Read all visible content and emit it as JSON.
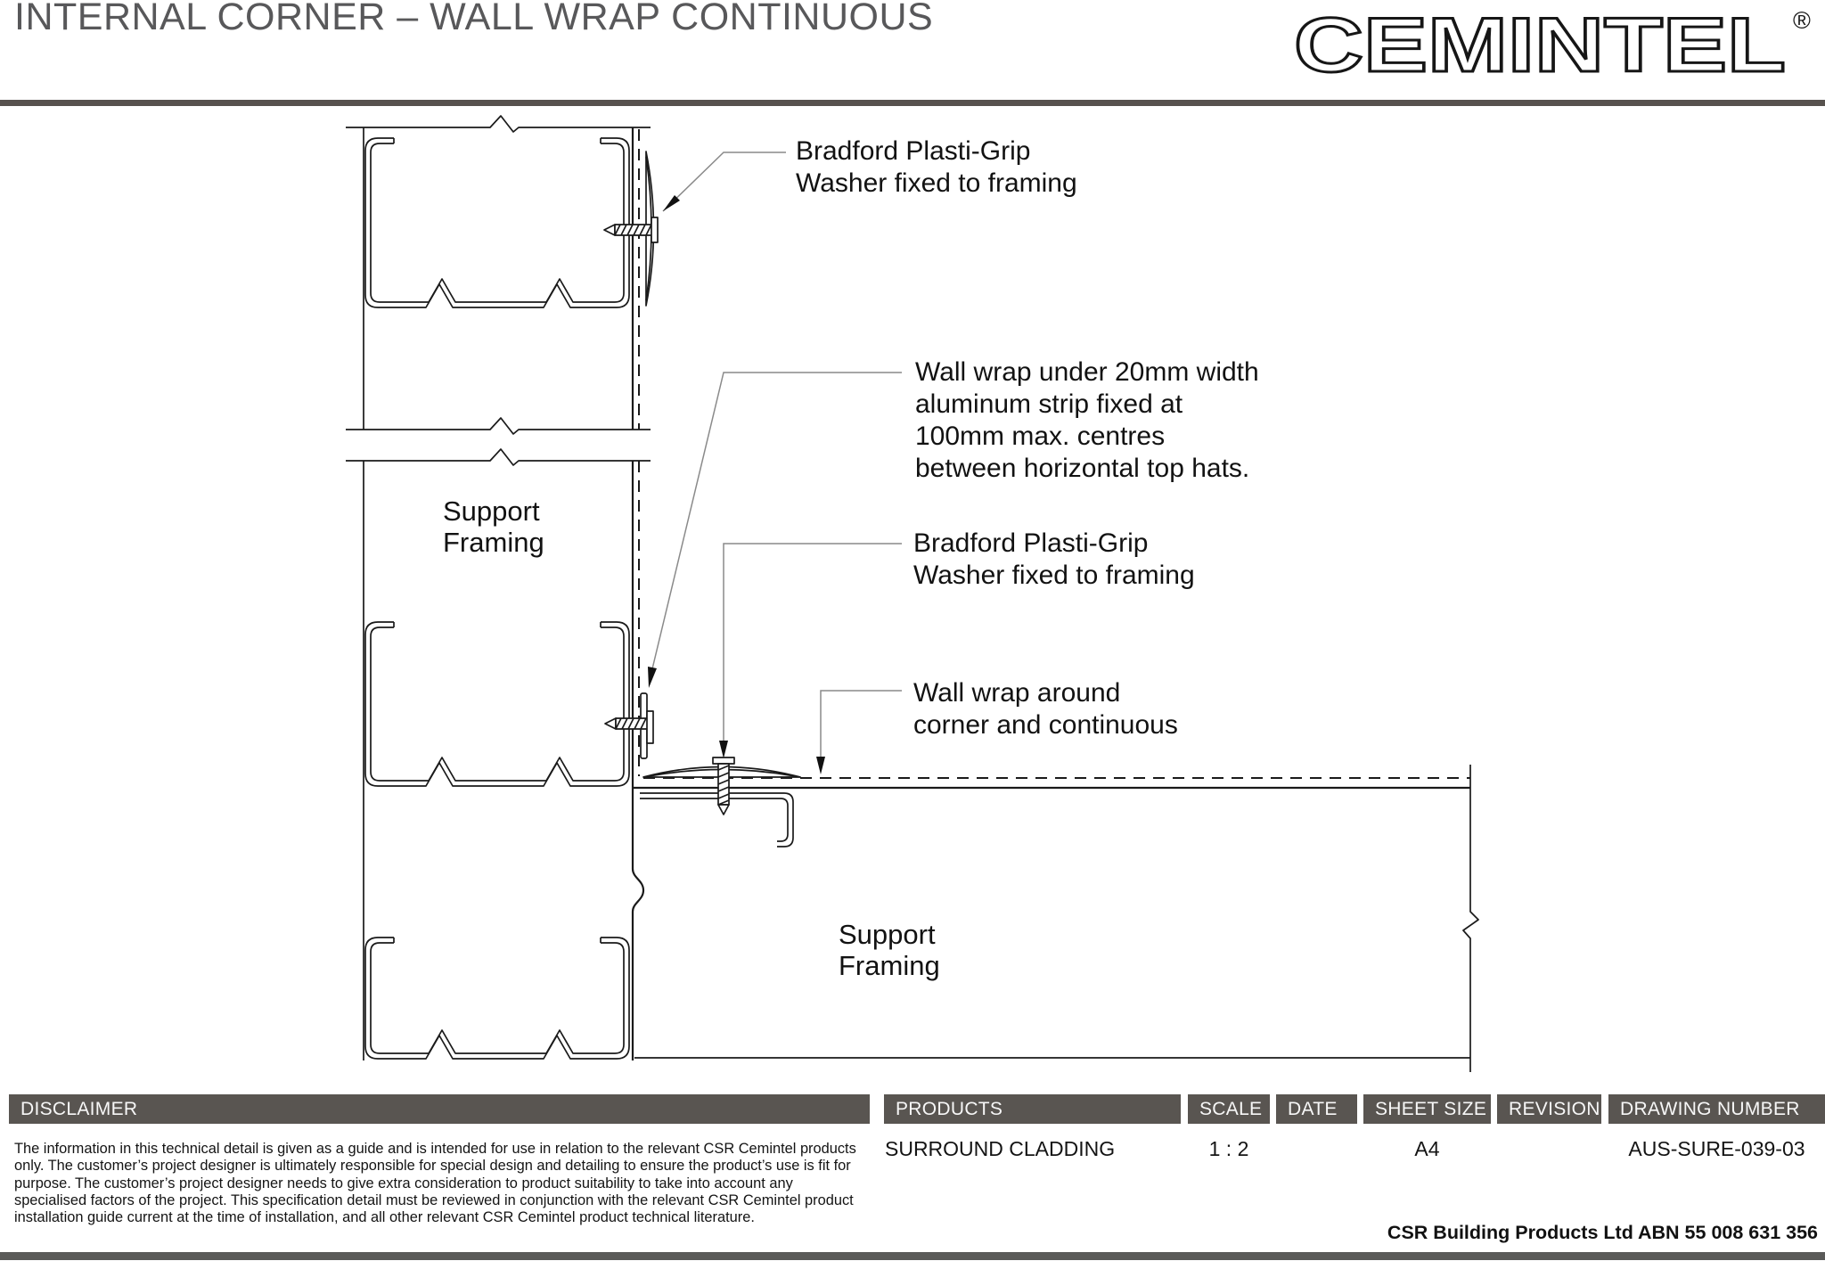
{
  "header": {
    "title": "INTERNAL CORNER – WALL WRAP CONTINUOUS",
    "logo": "CEMINTEL",
    "registered": "®"
  },
  "annotations": {
    "washer_top": "Bradford Plasti-Grip\nWasher fixed to framing",
    "wall_wrap_strip": "Wall wrap under 20mm width\naluminum strip fixed at\n100mm max. centres\nbetween horizontal top hats.",
    "washer_mid": "Bradford Plasti-Grip\nWasher fixed to framing",
    "wall_wrap_corner": "Wall wrap around\ncorner and continuous"
  },
  "labels": {
    "support_left": "Support\nFraming",
    "support_bottom": "Support\nFraming"
  },
  "footer": {
    "disclaimer": {
      "header": "DISCLAIMER",
      "body": "The information in this technical detail is given as a guide and is intended for use in relation to the relevant CSR Cemintel products only. The customer’s project designer is ultimately responsible for special design and detailing to ensure the product’s use is fit for purpose. The customer’s project designer needs to give extra consideration to product suitability to take into account any specialised factors of the project. This specification detail must be reviewed in conjunction with the relevant CSR Cemintel product installation guide current at the time of installation, and all other relevant CSR Cemintel product technical literature."
    },
    "products": {
      "header": "PRODUCTS",
      "value": "SURROUND CLADDING"
    },
    "scale": {
      "header": "SCALE",
      "value": "1 : 2"
    },
    "date": {
      "header": "DATE",
      "value": ""
    },
    "sheet_size": {
      "header": "SHEET SIZE",
      "value": "A4"
    },
    "revision": {
      "header": "REVISION",
      "value": ""
    },
    "drawing_number": {
      "header": "DRAWING NUMBER",
      "value": "AUS-SURE-039-03"
    },
    "company": "CSR Building Products Ltd ABN  55 008 631 356"
  },
  "colors": {
    "bar": "#595551",
    "title": "#58585a",
    "line": "#1a1a1a",
    "leader": "#8a8a8a"
  }
}
